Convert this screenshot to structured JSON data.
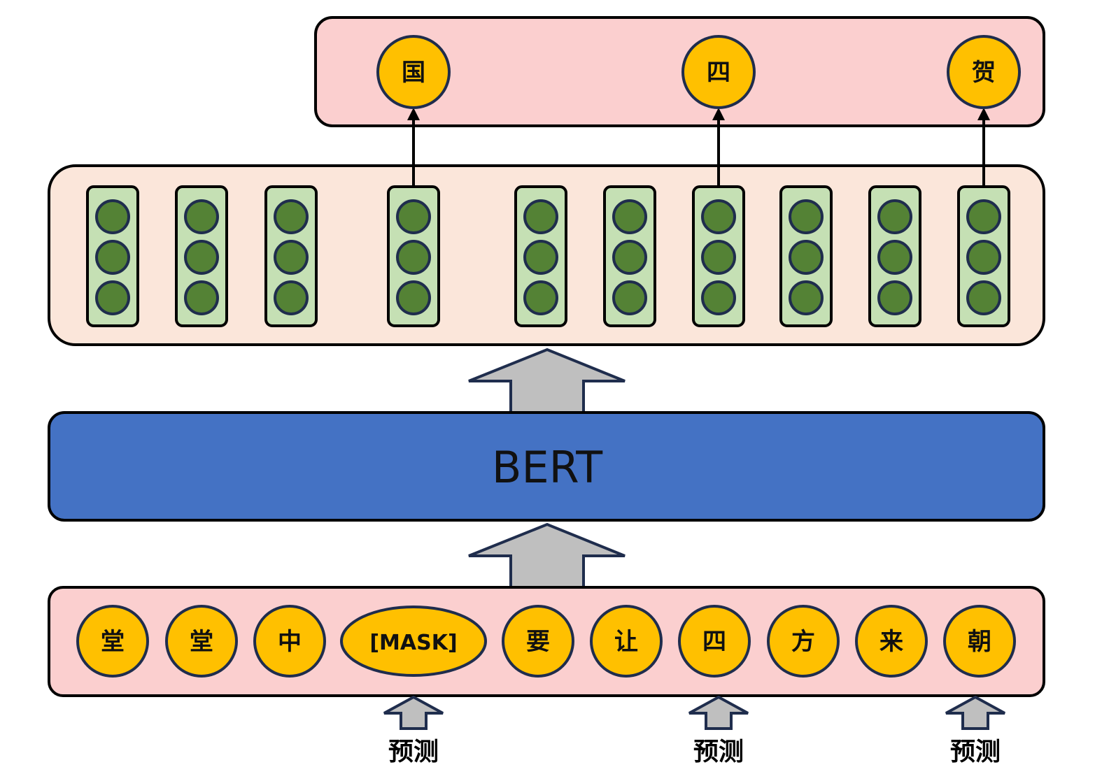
{
  "colors": {
    "panel_pink": "#FBCFCF",
    "panel_peach": "#FBE6DA",
    "bert_blue": "#4472C4",
    "token_fill": "#FFC000",
    "outline": "#1F2D4D",
    "vector_fill": "#C5E0B4",
    "vector_dot": "#548235",
    "arrow_gray": "#BFBFBF"
  },
  "model": {
    "label": "BERT"
  },
  "input_tokens": [
    "堂",
    "堂",
    "中",
    "[MASK]",
    "要",
    "让",
    "四",
    "方",
    "来",
    "朝"
  ],
  "output_predictions": [
    {
      "token": "国",
      "source_index": 3
    },
    {
      "token": "四",
      "source_index": 6
    },
    {
      "token": "贺",
      "source_index": 9
    }
  ],
  "predict_markers": [
    {
      "label": "预测",
      "token_index": 3
    },
    {
      "label": "预测",
      "token_index": 6
    },
    {
      "label": "预测",
      "token_index": 9
    }
  ],
  "hidden_vectors": {
    "count": 10,
    "dims_shown": 3
  }
}
